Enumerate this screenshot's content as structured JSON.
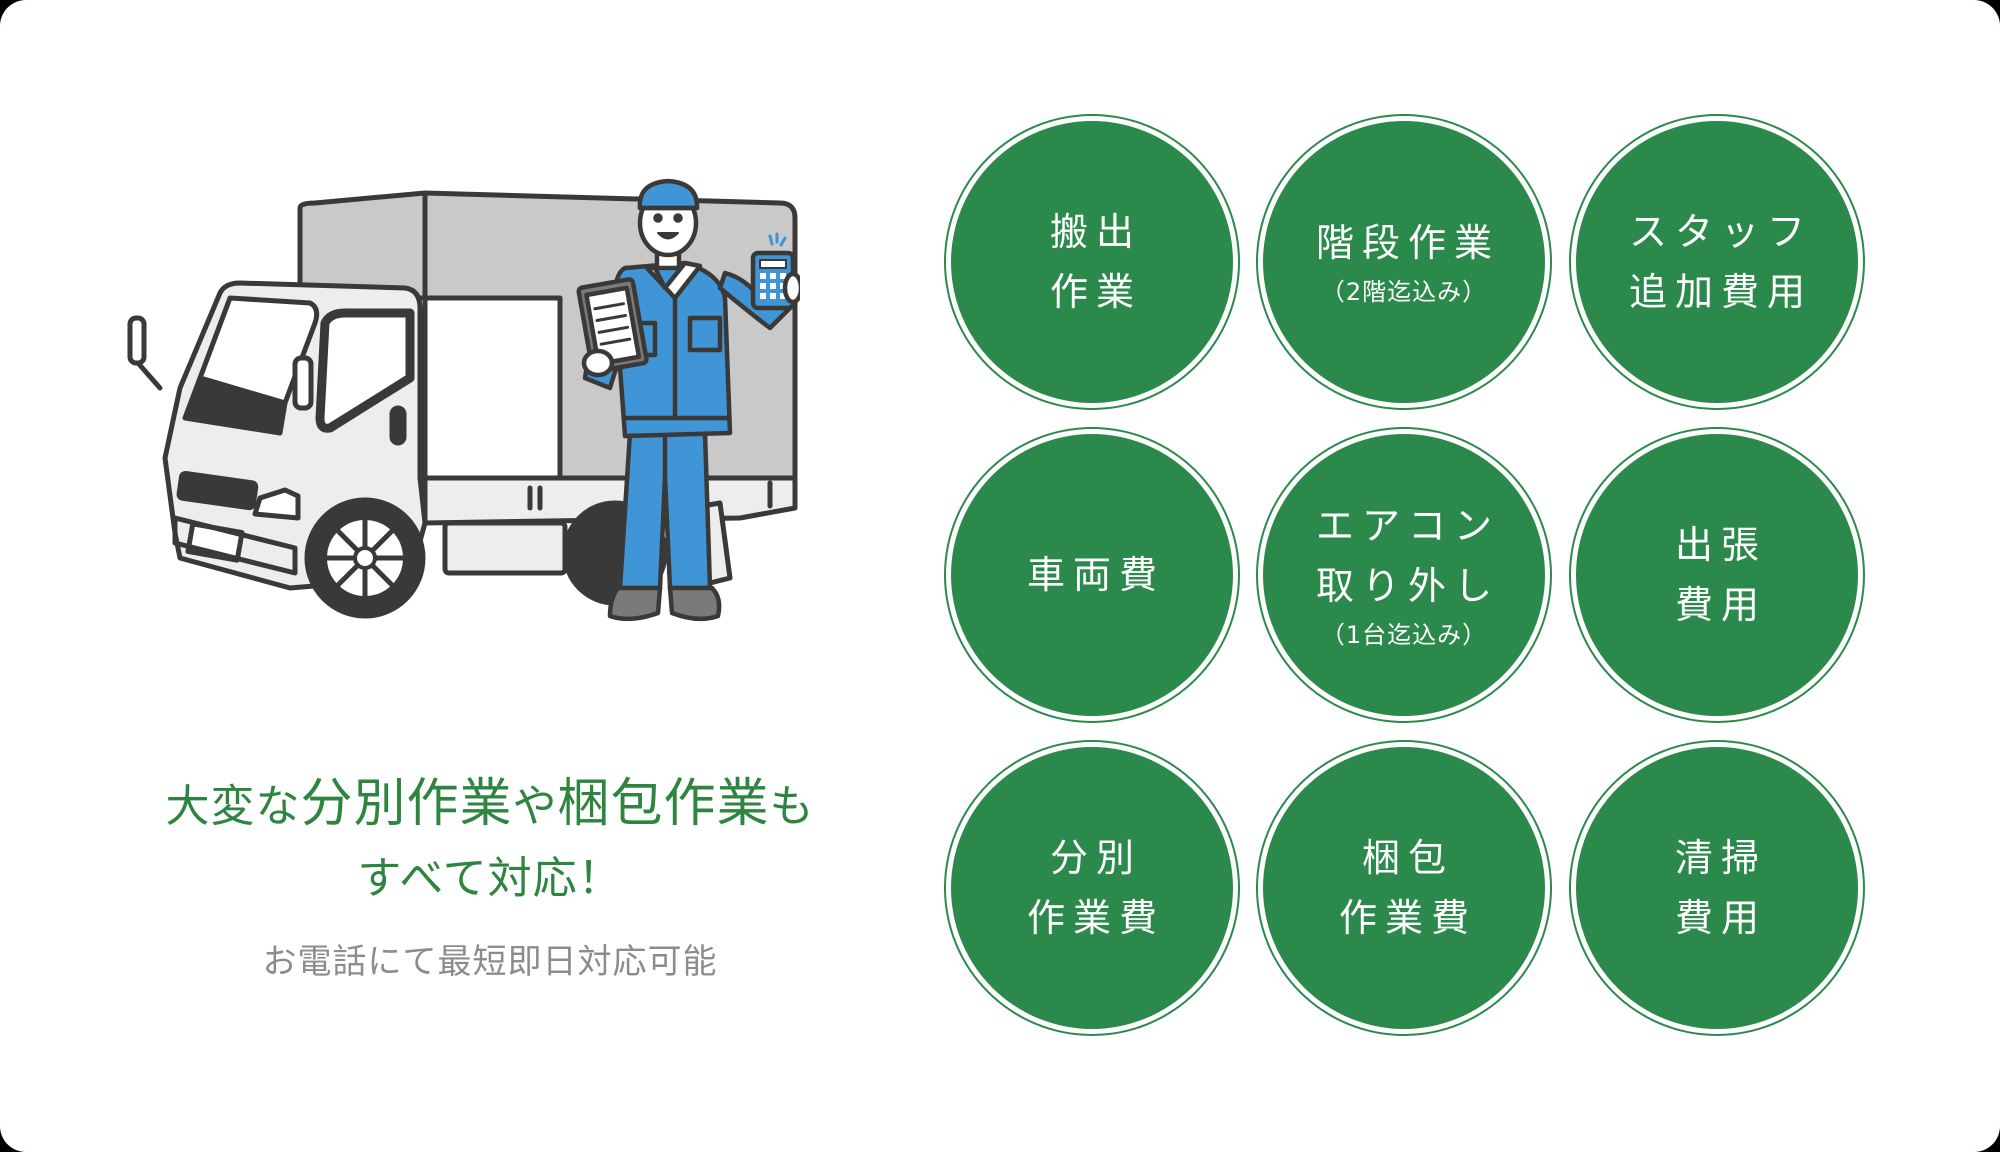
{
  "headline": {
    "line1_parts": [
      "大変な",
      "分別作業",
      "や",
      "梱包作業",
      "も"
    ],
    "line2": "すべて対応！"
  },
  "subline": "お電話にて最短即日対応可能",
  "colors": {
    "circle_green": "#2b8a4b",
    "headline_green": "#2e8540",
    "subline_gray": "#8c8c8c",
    "worker_blue": "#3f95d6",
    "truck_gray": "#c8c9c8",
    "outline": "#3b3838"
  },
  "illustration": {
    "subject": "moving-truck-with-worker",
    "worker_holds": [
      "clipboard",
      "calculator"
    ]
  },
  "services": [
    {
      "lines": [
        "搬出",
        "作業"
      ],
      "note": ""
    },
    {
      "lines": [
        "階段作業"
      ],
      "note": "（2階迄込み）"
    },
    {
      "lines": [
        "スタッフ",
        "追加費用"
      ],
      "note": ""
    },
    {
      "lines": [
        "車両費"
      ],
      "note": ""
    },
    {
      "lines": [
        "エアコン",
        "取り外し"
      ],
      "note": "（1台迄込み）"
    },
    {
      "lines": [
        "出張",
        "費用"
      ],
      "note": ""
    },
    {
      "lines": [
        "分別",
        "作業費"
      ],
      "note": ""
    },
    {
      "lines": [
        "梱包",
        "作業費"
      ],
      "note": ""
    },
    {
      "lines": [
        "清掃",
        "費用"
      ],
      "note": ""
    }
  ]
}
